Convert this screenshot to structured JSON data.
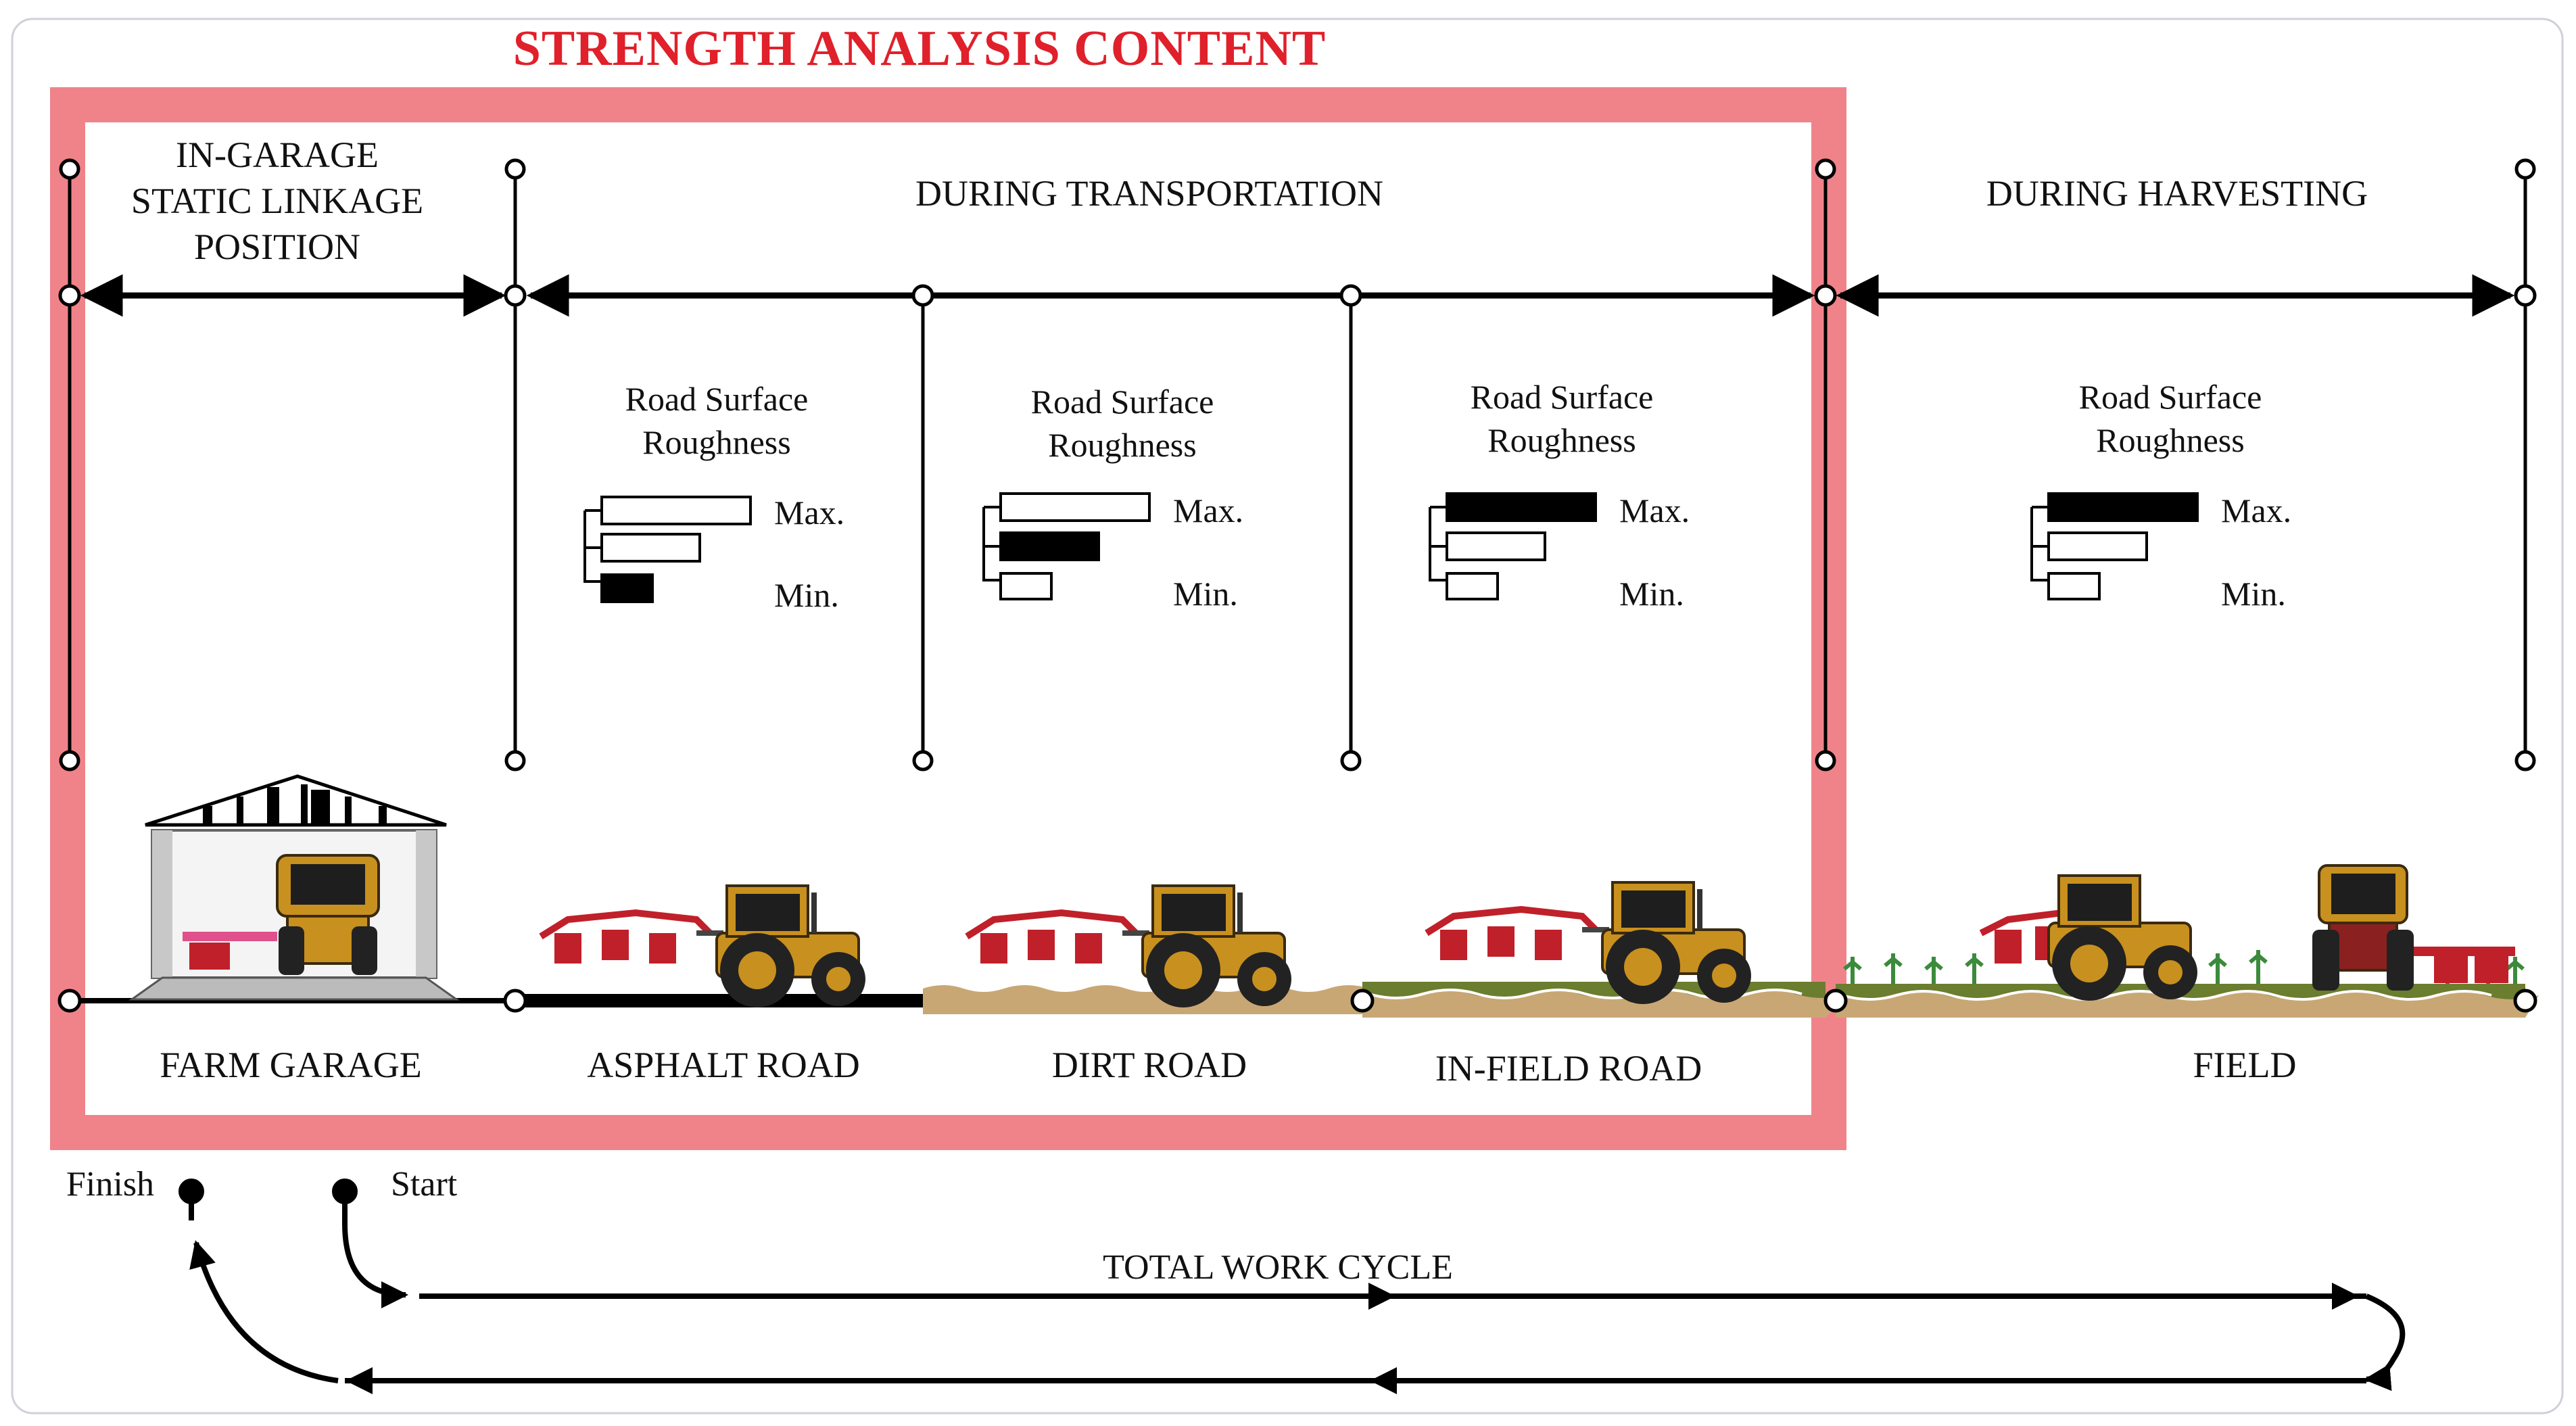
{
  "title": "STRENGTH ANALYSIS CONTENT",
  "phases": {
    "garage": [
      "IN-GARAGE",
      "STATIC LINKAGE",
      "POSITION"
    ],
    "transport": "DURING TRANSPORTATION",
    "harvest": "DURING HARVESTING"
  },
  "roughness": {
    "label_line1": "Road Surface",
    "label_line2": "Roughness",
    "max_label": "Max.",
    "min_label": "Min.",
    "levels_by_surface": {
      "asphalt_road": "min",
      "dirt_road": "medium",
      "in_field_road": "max",
      "field": "max"
    }
  },
  "surfaces": {
    "farm_garage": "FARM GARAGE",
    "asphalt_road": "ASPHALT ROAD",
    "dirt_road": "DIRT ROAD",
    "in_field_road": "IN-FIELD ROAD",
    "field": "FIELD"
  },
  "cycle": {
    "finish": "Finish",
    "start": "Start",
    "label": "TOTAL WORK CYCLE"
  },
  "colors": {
    "highlight_frame": "#f0838a",
    "title_red": "#e0202a",
    "tractor_body": "#c8901e",
    "implement_red": "#c0202a",
    "soil": "#c9a774",
    "grass": "#6b7d2e",
    "crop": "#3c8a3c"
  },
  "icons": [
    "garage-icon",
    "tractor-icon",
    "mower-implement-icon",
    "crop-icon"
  ]
}
